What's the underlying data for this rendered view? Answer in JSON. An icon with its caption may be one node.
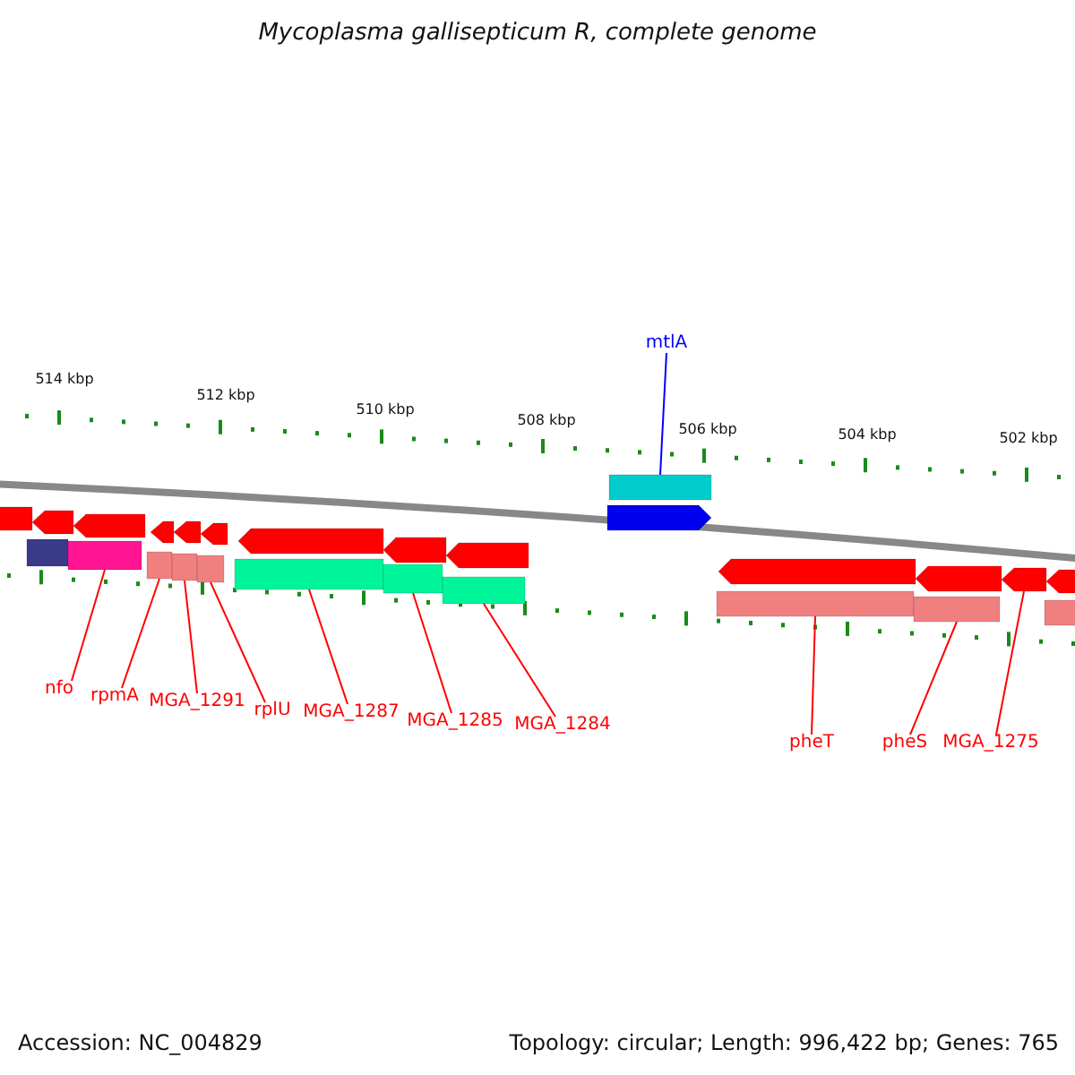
{
  "diagram": {
    "title": "Mycoplasma gallisepticum R, complete genome",
    "nodes": [
      {
        "text": [
          "mtlA"
        ]
      },
      {
        "text": [
          "nfo"
        ]
      },
      {
        "text": [
          "rpmA"
        ]
      },
      {
        "text": [
          "MGA_1291"
        ]
      },
      {
        "text": [
          "rplU"
        ]
      },
      {
        "text": [
          "MGA_1287"
        ]
      },
      {
        "text": [
          "MGA_1285"
        ]
      },
      {
        "text": [
          "MGA_1284"
        ]
      },
      {
        "text": [
          "pheT"
        ]
      },
      {
        "text": [
          "pheS"
        ]
      },
      {
        "text": [
          "MGA_1275"
        ]
      },
      {
        "text": [],
        "shape": "bar"
      },
      {
        "text": [],
        "shape": "pentagon"
      },
      {
        "text": [],
        "shape": "pentagon"
      },
      {
        "text": [],
        "shape": "pentagon"
      },
      {
        "text": [],
        "shape": "pentagon"
      },
      {
        "text": [],
        "shape": "pentagon"
      },
      {
        "text": [],
        "shape": "pentagon"
      },
      {
        "text": [],
        "shape": "pentagon"
      },
      {
        "text": [],
        "shape": "pentagon"
      },
      {
        "text": [],
        "shape": "pentagon"
      },
      {
        "text": [],
        "shape": "pentagon"
      },
      {
        "text": [],
        "shape": "pentagon"
      },
      {
        "text": [],
        "shape": "pentagon"
      },
      {
        "text": [],
        "shape": "pentagon"
      },
      {
        "text": [],
        "shape": "pentagon"
      },
      {
        "text": [],
        "shape": "bar"
      },
      {
        "text": [],
        "shape": "bar"
      },
      {
        "text": [],
        "shape": "bar"
      },
      {
        "text": [],
        "shape": "bar"
      },
      {
        "text": [],
        "shape": "bar"
      },
      {
        "text": [],
        "shape": "bar"
      },
      {
        "text": [],
        "shape": "bar"
      },
      {
        "text": [],
        "shape": "bar"
      },
      {
        "text": [],
        "shape": "bar"
      },
      {
        "text": [],
        "shape": "bar"
      },
      {
        "text": [],
        "shape": "bar"
      }
    ],
    "edges": [
      {
        "from": 0,
        "to": 11,
        "arrow": "none",
        "color": "#0000ff"
      },
      {
        "from": 1,
        "to": 27,
        "arrow": "none"
      },
      {
        "from": 2,
        "to": 28,
        "arrow": "none"
      },
      {
        "from": 3,
        "to": 29,
        "arrow": "none"
      },
      {
        "from": 4,
        "to": 30,
        "arrow": "none"
      },
      {
        "from": 5,
        "to": 31,
        "arrow": "none"
      },
      {
        "from": 6,
        "to": 32,
        "arrow": "none"
      },
      {
        "from": 7,
        "to": 33,
        "arrow": "none"
      },
      {
        "from": 8,
        "to": 34,
        "arrow": "none"
      },
      {
        "from": 9,
        "to": 35,
        "arrow": "none"
      },
      {
        "from": 10,
        "to": 24,
        "arrow": "none"
      }
    ],
    "labels": [
      "514 kbp",
      "512 kbp",
      "510 kbp",
      "508 kbp",
      "506 kbp",
      "504 kbp",
      "502 kbp",
      "Accession: NC_004829",
      "Topology: circular; Length: 996,422 bp; Genes: 765"
    ]
  }
}
